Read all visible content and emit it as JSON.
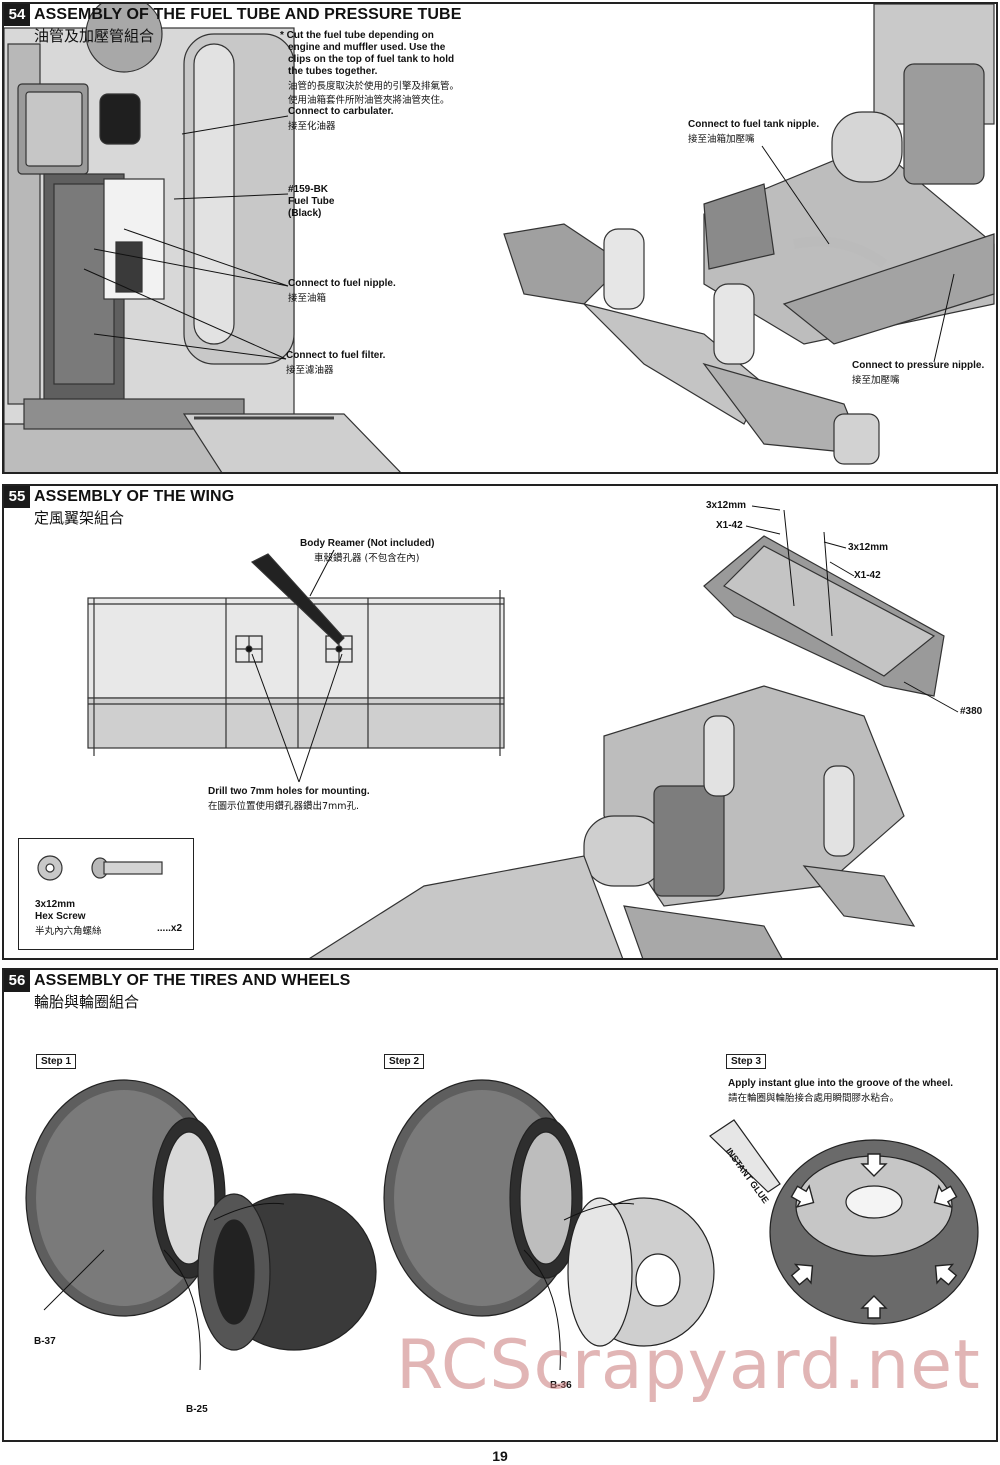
{
  "step54": {
    "number": "54",
    "title": "ASSEMBLY OF THE FUEL TUBE AND PRESSURE TUBE",
    "subtitle": "油管及加壓管組合",
    "note_en": [
      "* Cut the fuel tube depending on",
      "engine and muffler used. Use the",
      "clips on the top of fuel tank to hold",
      "the tubes together."
    ],
    "note_zh": [
      "油管的長度取決於使用的引擎及排氣管。",
      "使用油箱套件所附油管夾將油管夾住。"
    ],
    "carb": {
      "en": "Connect to carbulater.",
      "zh": "接至化油器"
    },
    "tube": {
      "line1": "#159-BK",
      "line2": "Fuel Tube",
      "line3": "(Black)"
    },
    "nipple": {
      "en": "Connect to fuel nipple.",
      "zh": "接至油箱"
    },
    "filter": {
      "en": "Connect to fuel filter.",
      "zh": "接至濾油器"
    },
    "tank": {
      "en": "Connect to fuel tank nipple.",
      "zh": "接至油箱加壓嘴"
    },
    "pressure": {
      "en": "Connect to pressure nipple.",
      "zh": "接至加壓嘴"
    }
  },
  "step55": {
    "number": "55",
    "title": "ASSEMBLY OF THE WING",
    "subtitle": "定風翼架組合",
    "reamer": {
      "en": "Body Reamer (Not included)",
      "zh": "車殼鑽孔器 (不包含在內)"
    },
    "drill": {
      "en": "Drill two 7mm holes for mounting.",
      "zh": "在圖示位置使用鑽孔器鑽出7mm孔."
    },
    "screw1": "3x12mm",
    "washer1": "X1-42",
    "screw2": "3x12mm",
    "washer2": "X1-42",
    "wing_part": "#380",
    "parts": {
      "size": "3x12mm",
      "name": "Hex Screw",
      "zh": "半丸內六角螺絲",
      "qty": ".....x2"
    }
  },
  "step56": {
    "number": "56",
    "title": "ASSEMBLY OF THE TIRES AND WHEELS",
    "subtitle": "輪胎與輪圈組合",
    "step1": "Step 1",
    "step2": "Step 2",
    "step3": "Step 3",
    "glue_en": "Apply instant glue into the groove of the wheel.",
    "glue_zh": "請在輪圈與輪胎接合處用瞬間膠水粘合。",
    "glue_bottle": "INSTANT GLUE",
    "tire_part": "B-37",
    "insert_part": "B-25",
    "wheel_part": "B-36"
  },
  "footer": {
    "page": "19",
    "watermark": "RCScrapyard.net"
  }
}
